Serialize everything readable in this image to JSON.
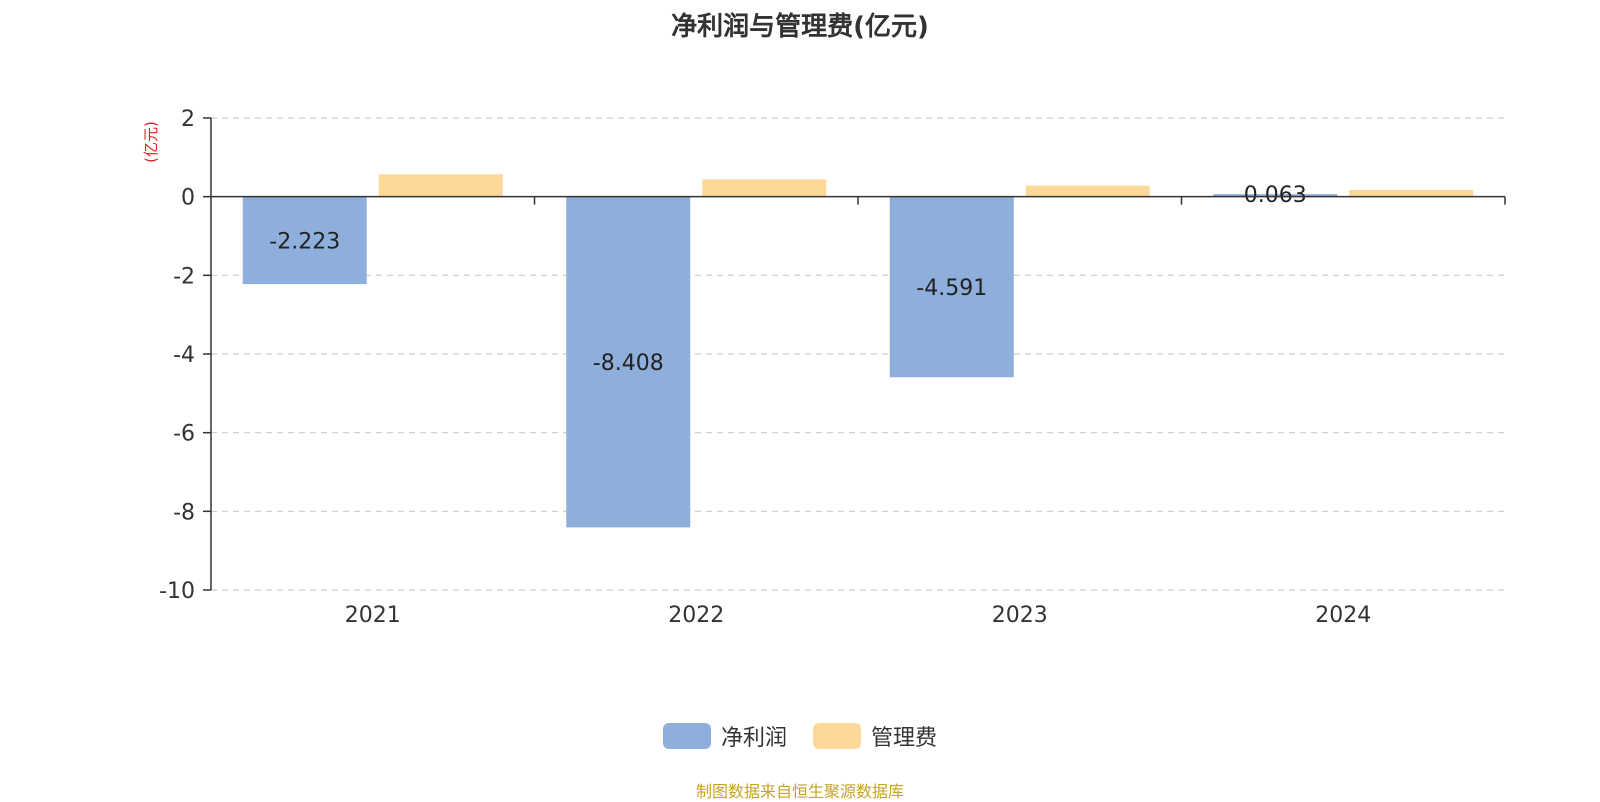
{
  "chart_data": {
    "type": "bar",
    "title": "净利润与管理费(亿元)",
    "ylabel": "(亿元)",
    "xlabel": "",
    "ylim": [
      -10,
      2
    ],
    "yticks": [
      2,
      0,
      -2,
      -4,
      -6,
      -8,
      -10
    ],
    "categories": [
      "2021",
      "2022",
      "2023",
      "2024"
    ],
    "series": [
      {
        "name": "净利润",
        "color": "#8eaedb",
        "values": [
          -2.223,
          -8.408,
          -4.591,
          0.063
        ],
        "labels": [
          "-2.223",
          "-8.408",
          "-4.591",
          "0.063"
        ]
      },
      {
        "name": "管理费",
        "color": "#fdd898",
        "values": [
          0.57,
          0.44,
          0.28,
          0.17
        ]
      }
    ],
    "grid": true,
    "legend": "bottom-center"
  },
  "source": "制图数据来自恒生聚源数据库"
}
